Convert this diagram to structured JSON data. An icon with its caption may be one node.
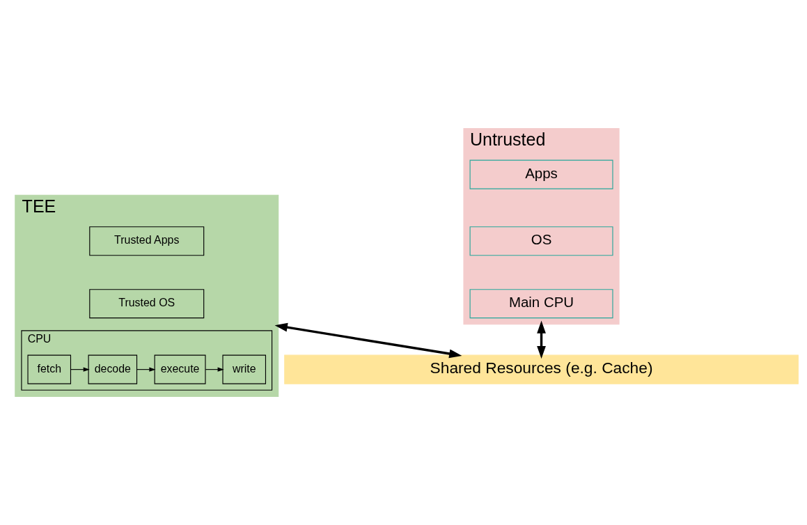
{
  "diagram": {
    "nodes": [
      {
        "text": [
          "TEE"
        ]
      },
      {
        "text": [
          "Trusted Apps"
        ],
        "in": 0
      },
      {
        "text": [
          "Trusted OS"
        ],
        "in": 0
      },
      {
        "text": [
          "CPU"
        ],
        "in": 0
      },
      {
        "text": [
          "fetch"
        ],
        "in": 3
      },
      {
        "text": [
          "decode"
        ],
        "in": 3
      },
      {
        "text": [
          "execute"
        ],
        "in": 3
      },
      {
        "text": [
          "write"
        ],
        "in": 3
      },
      {
        "text": [
          "Untrusted"
        ]
      },
      {
        "text": [
          "Apps"
        ],
        "in": 8
      },
      {
        "text": [
          "OS"
        ],
        "in": 8
      },
      {
        "text": [
          "Main CPU"
        ],
        "in": 8
      },
      {
        "text": [
          "Shared Resources (e.g. Cache)"
        ]
      }
    ],
    "edges": [
      {
        "from": 4,
        "to": 5,
        "arrow": "to"
      },
      {
        "from": 5,
        "to": 6,
        "arrow": "to"
      },
      {
        "from": 6,
        "to": 7,
        "arrow": "to"
      },
      {
        "from": 0,
        "to": 12,
        "arrow": "both",
        "style": "thick"
      },
      {
        "from": 8,
        "to": 12,
        "arrow": "both",
        "style": "thick"
      }
    ]
  }
}
